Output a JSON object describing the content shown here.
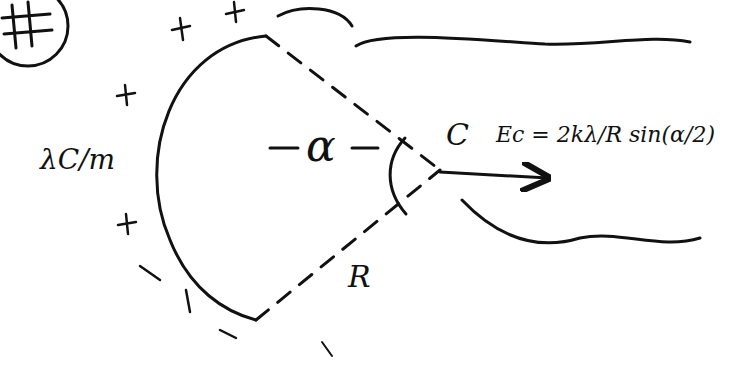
{
  "diagram": {
    "labels": [
      "λC/m",
      "α",
      "C",
      "R",
      "Ec = 2kλ/R sin(α/2)"
    ]
  }
}
